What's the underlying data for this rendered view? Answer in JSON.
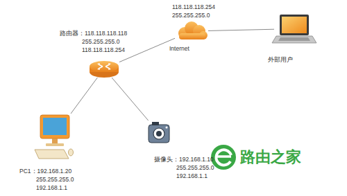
{
  "diagram": {
    "nodes": [
      {
        "text": [
          "118.118.118.254 255.255.255.0",
          "Internet"
        ]
      },
      {
        "text": [
          "路由器：118.118.118.118 255.255.255.0 118.118.118.254"
        ]
      },
      {
        "text": [
          "外部用户"
        ]
      },
      {
        "text": [
          "PC1：192.168.1.20 255.255.255.0 192.168.1.1"
        ]
      },
      {
        "text": [
          "摄像头：192.168.1.10 255.255.255.0 192.168.1.1"
        ]
      }
    ],
    "edges": [
      {
        "from": 1,
        "to": 0,
        "arrow": "none"
      },
      {
        "from": 0,
        "to": 2,
        "arrow": "none"
      },
      {
        "from": 1,
        "to": 3,
        "arrow": "none"
      },
      {
        "from": 1,
        "to": 4,
        "arrow": "none"
      }
    ],
    "labels": [
      "路由之家"
    ]
  }
}
